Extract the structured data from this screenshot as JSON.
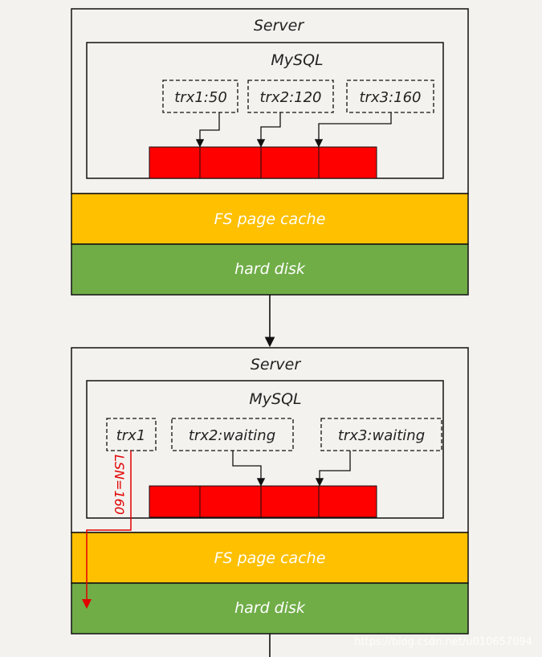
{
  "top": {
    "server_label": "Server",
    "mysql_label": "MySQL",
    "trx1": "trx1:50",
    "trx2": "trx2:120",
    "trx3": "trx3:160",
    "fs_cache": "FS page cache",
    "hard_disk": "hard disk"
  },
  "bottom": {
    "server_label": "Server",
    "mysql_label": "MySQL",
    "trx1": "trx1",
    "trx2": "trx2:waiting",
    "trx3": "trx3:waiting",
    "lsn_label": "LSN=160",
    "fs_cache": "FS page cache",
    "hard_disk": "hard disk"
  },
  "watermark": "https://blog.csdn.net/u010657094",
  "colors": {
    "background": "#f4f2ee",
    "buffer_red": "#ff0000",
    "fs_cache_yellow": "#ffc000",
    "hard_disk_green": "#70ad47",
    "lsn_arrow_red": "#e00000"
  }
}
